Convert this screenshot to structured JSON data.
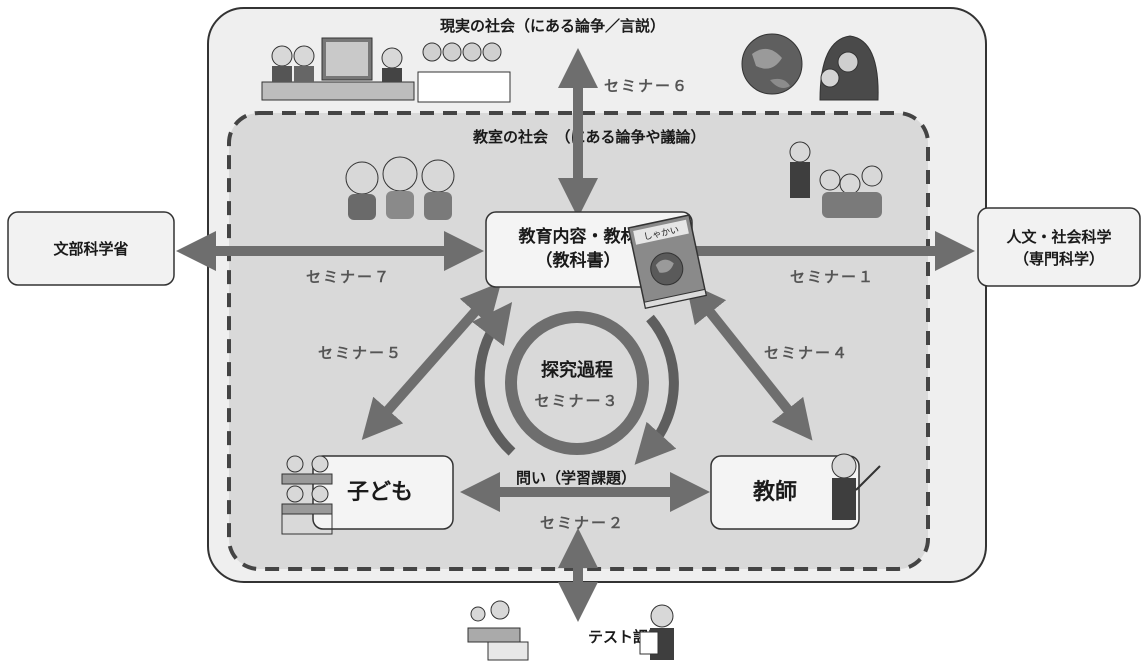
{
  "outer_title": "現実の社会（にある論争／言説）",
  "inner_title": "教室の社会　（にある論争や議論）",
  "center": {
    "line1": "教育内容・教材",
    "line2": "（教科書）",
    "book_label": "しゃかい"
  },
  "inquiry": {
    "title": "探究過程",
    "seminar": "セミナー３"
  },
  "child_label": "子ども",
  "teacher_label": "教師",
  "question_label": "問い（学習課題）",
  "left_box": "文部科学省",
  "right_box": {
    "line1": "人文・社会科学",
    "line2": "（専門科学）"
  },
  "bottom_label": "テスト課題",
  "seminars": {
    "s1": "セミナー１",
    "s2": "セミナー２",
    "s4": "セミナー４",
    "s5": "セミナー５",
    "s6": "セミナー６",
    "s7": "セミナー７"
  },
  "colors": {
    "arrow": "#6e6e6e",
    "outer_bg": "#efefef",
    "inner_bg": "#d9d9d9",
    "box_bg": "#f4f4f4"
  }
}
